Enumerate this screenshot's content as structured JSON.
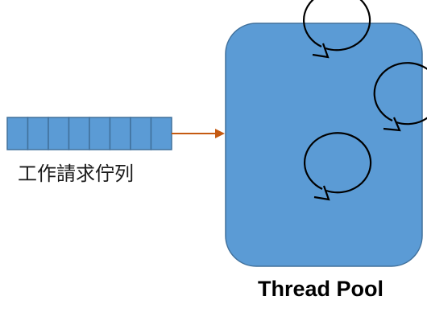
{
  "queue": {
    "label": "工作請求佇列",
    "slot_count": 8,
    "fill_color": "#5b9bd5",
    "border_color": "#41719c"
  },
  "arrow": {
    "color": "#c55a11"
  },
  "pool": {
    "label": "Thread Pool",
    "fill_color": "#5b9bd5",
    "border_color": "#41719c",
    "thread_count": 3,
    "thread_icon": "circular-arrow-icon"
  }
}
